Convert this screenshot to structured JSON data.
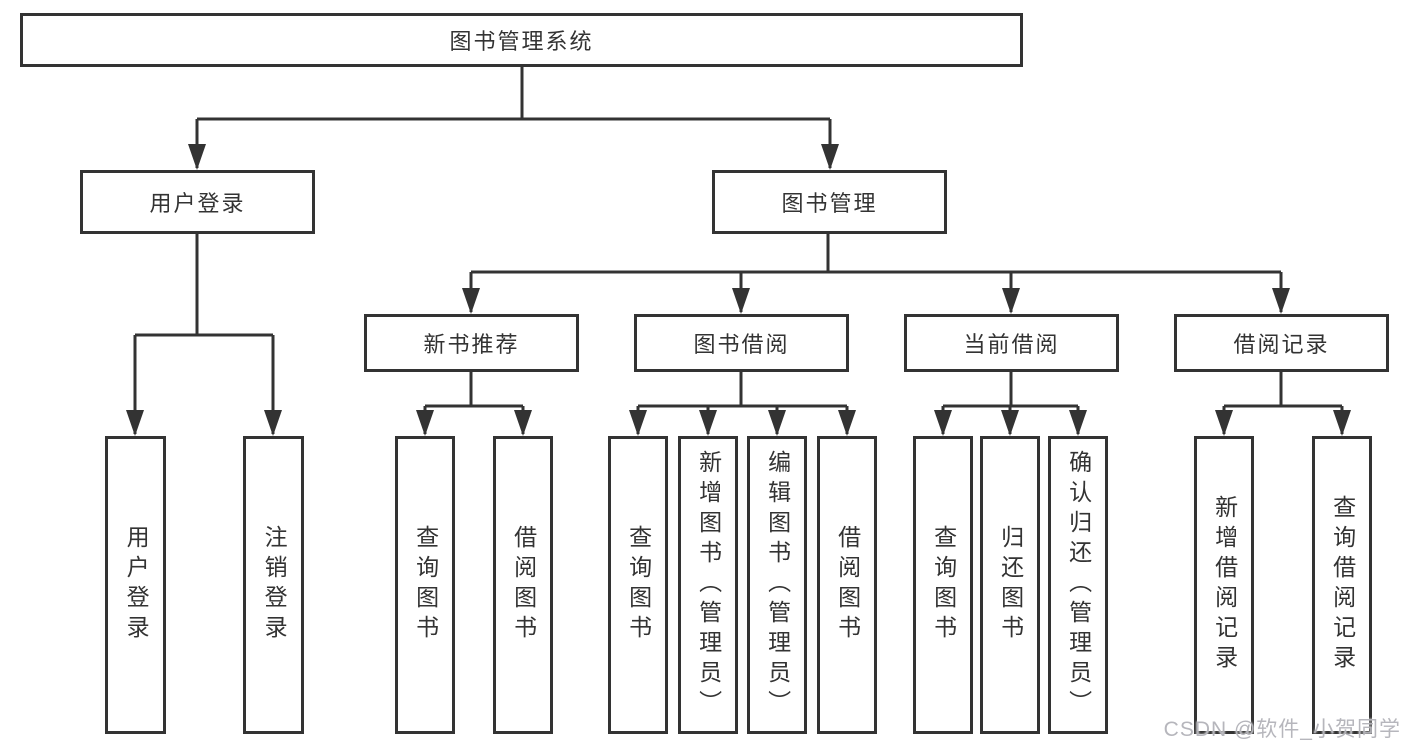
{
  "diagram": {
    "root": "图书管理系统",
    "level2": {
      "user_login": "用户登录",
      "book_management": "图书管理"
    },
    "level3": {
      "new_book_recommend": "新书推荐",
      "book_borrow": "图书借阅",
      "current_borrow": "当前借阅",
      "borrow_records": "借阅记录"
    },
    "leaves": {
      "user_login": "用户登录",
      "logout": "注销登录",
      "recommend_query_books": "查询图书",
      "recommend_borrow_books": "借阅图书",
      "borrow_query_books": "查询图书",
      "borrow_add_books_admin": "新增图书（管理员）",
      "borrow_edit_books_admin": "编辑图书（管理员）",
      "borrow_borrow_books": "借阅图书",
      "current_query_books": "查询图书",
      "current_return_books": "归还图书",
      "current_confirm_return_admin": "确认归还（管理员）",
      "records_add_record": "新增借阅记录",
      "records_query_record": "查询借阅记录"
    },
    "watermark": "CSDN @软件_小贺同学",
    "colors": {
      "line": "#333333",
      "box_border": "#333333",
      "text": "#333333",
      "watermark": "#b2b2b8",
      "background": "#ffffff"
    }
  }
}
